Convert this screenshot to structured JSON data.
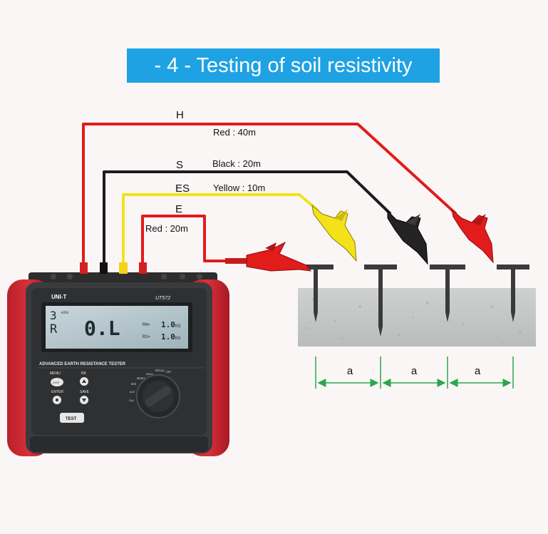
{
  "title": "- 4 -  Testing of soil resistivity",
  "leads": [
    {
      "terminal": "H",
      "desc": "Red : 40m",
      "color": "#e21b1b"
    },
    {
      "terminal": "S",
      "desc": "Black : 20m",
      "color": "#1c1c1c"
    },
    {
      "terminal": "ES",
      "desc": "Yellow : 10m",
      "color": "#f3e21a"
    },
    {
      "terminal": "E",
      "desc": "Red : 20m",
      "color": "#e21b1b"
    }
  ],
  "spacing": [
    "a",
    "a",
    "a"
  ],
  "device": {
    "brand": "UNI-T",
    "model": "UT572",
    "name": "ADVANCED EARTH RESISTANCE TESTER",
    "lcd": {
      "mode": "3",
      "mode_suffix": "-WIRE",
      "symbol": "R",
      "main": "0.L",
      "rh_label": "RH>",
      "rh_value": "1.0",
      "rh_unit": "KΩ",
      "rs_label": "RS>",
      "rs_value": "1.0",
      "rs_unit": "KΩ"
    },
    "buttons": {
      "menu": "MENU",
      "disp": "DISP",
      "rk": "RK",
      "enter": "ENTER",
      "save": "SAVE",
      "test": "TEST"
    },
    "dial": [
      "HOLD",
      "RECALL",
      "OFF",
      "RESET",
      "RES",
      "ACV",
      "CLK"
    ]
  },
  "colors": {
    "banner": "#1ea2e3",
    "red": "#e21b1b",
    "black": "#1c1c1c",
    "yellow": "#f3e21a",
    "dimension": "#2aa84a"
  }
}
